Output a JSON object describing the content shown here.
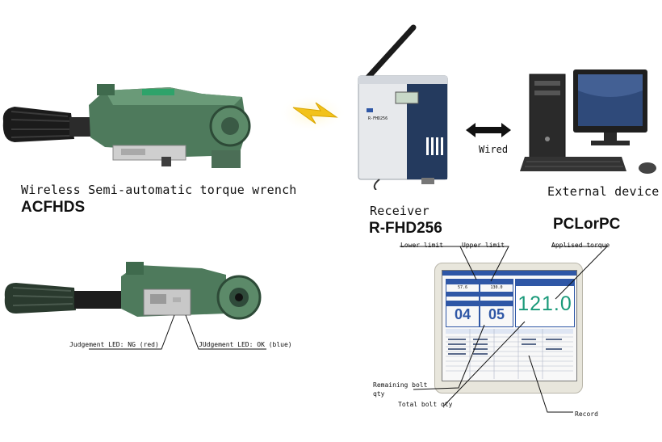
{
  "wrench_top": {
    "caption": "Wireless Semi-automatic torque wrench",
    "model": "ACFHDS"
  },
  "receiver": {
    "caption": "Receiver",
    "model": "R-FHD256",
    "brand": "R-FHD256"
  },
  "link": {
    "label": "Wired"
  },
  "external": {
    "caption": "External device"
  },
  "pc": {
    "model": "PCLorPC"
  },
  "wrench_bottom": {
    "led_ng": "Judgement LED: NG (red)",
    "led_ok": "JUdgement LED: OK (blue)"
  },
  "screen": {
    "callouts": {
      "lower_limit": "Lower limit",
      "upper_limit": "Upper limit",
      "applied_torque": "Applised torque",
      "remaining_bolt": "Remaining bolt\nqty",
      "total_bolt": "Total bolt qty",
      "record": "Record"
    },
    "lower_value": "57.6",
    "upper_value": "130.0",
    "torque_value": "121.0",
    "remaining_value": "04",
    "total_value": "05"
  },
  "colors": {
    "wrench_green": "#4e7a5c",
    "receiver_navy": "#243a5e",
    "lightning": "#f2c21b",
    "screen_blue": "#2f57a6",
    "screen_green": "#1a9a7a"
  }
}
